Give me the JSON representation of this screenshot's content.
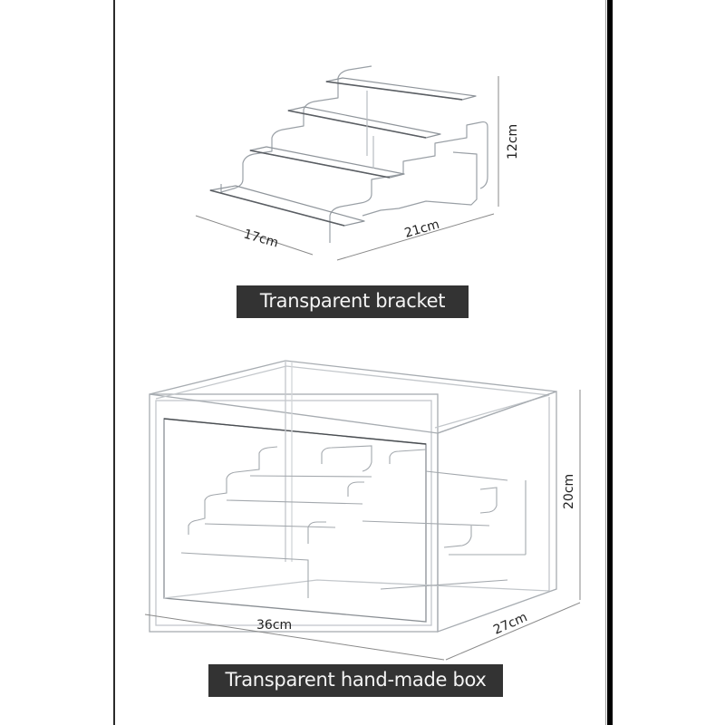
{
  "colors": {
    "background": "#ffffff",
    "label_bg": "#333333",
    "label_text": "#f4f4f4",
    "border_left": "#2a2a2a",
    "border_right": "#000000",
    "outline": "#9aa0a6",
    "dimension_line": "#8a8a8a"
  },
  "bracket": {
    "title": "Transparent bracket",
    "tiers": 4,
    "dimensions": {
      "depth": "17cm",
      "width": "21cm",
      "height": "12cm"
    }
  },
  "box": {
    "title": "Transparent hand-made box",
    "dimensions": {
      "width": "36cm",
      "depth": "27cm",
      "height": "20cm"
    }
  }
}
